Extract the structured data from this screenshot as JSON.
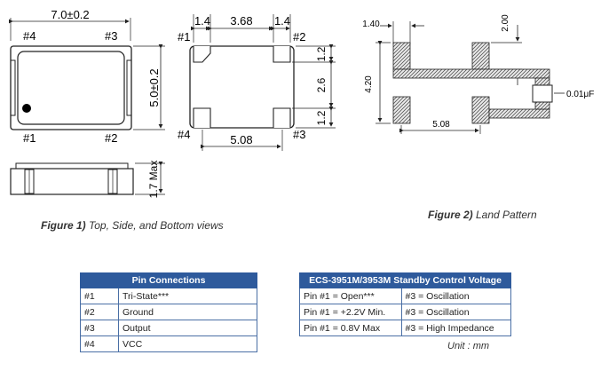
{
  "figure1": {
    "top_view": {
      "width_dim": "7.0±0.2",
      "height_dim": "5.0±0.2",
      "pin_labels": {
        "tl": "#4",
        "tr": "#3",
        "bl": "#1",
        "br": "#2"
      }
    },
    "side_view": {
      "height_dim": "1.7 Max"
    },
    "bottom_view": {
      "pad_left": "1.4",
      "pad_center": "3.68",
      "pad_right": "1.4",
      "pitch": "5.08",
      "right_dims": [
        "1.2",
        "2.6",
        "1.2"
      ],
      "pin_labels": {
        "tl": "#1",
        "tr": "#2",
        "bl": "#4",
        "br": "#3"
      }
    },
    "caption_prefix": "Figure 1)",
    "caption_text": " Top, Side, and Bottom views"
  },
  "figure2": {
    "dims": {
      "pad_w": "1.40",
      "pad_h": "2.00",
      "height": "4.20",
      "pitch": "5.08",
      "cap": "0.01μF"
    },
    "caption_prefix": "Figure 2)",
    "caption_text": " Land Pattern"
  },
  "pin_table": {
    "header": "Pin Connections",
    "rows": [
      {
        "pin": "#1",
        "func": "Tri-State***"
      },
      {
        "pin": "#2",
        "func": "Ground"
      },
      {
        "pin": "#3",
        "func": "Output"
      },
      {
        "pin": "#4",
        "func": "VCC"
      }
    ]
  },
  "standby_table": {
    "header": "ECS-3951M/3953M Standby Control Voltage",
    "rows": [
      {
        "input": "Pin #1 = Open***",
        "result": "#3 = Oscillation"
      },
      {
        "input": "Pin #1 = +2.2V Min.",
        "result": "#3 = Oscillation"
      },
      {
        "input": "Pin #1 = 0.8V Max",
        "result": "#3 = High Impedance"
      }
    ]
  },
  "unit": "Unit : mm"
}
